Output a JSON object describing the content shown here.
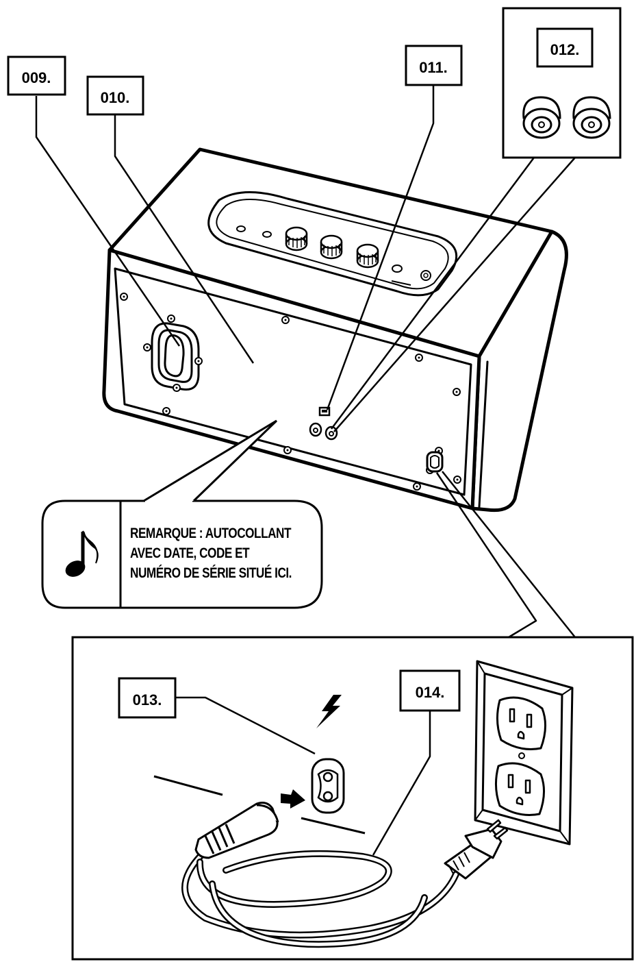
{
  "callouts": {
    "c009": "009.",
    "c010": "010.",
    "c011": "011.",
    "c012": "012.",
    "c013": "013.",
    "c014": "014."
  },
  "note": {
    "icon": "music-note-icon",
    "lines": [
      "REMARQUE : AUTOCOLLANT",
      "AVEC DATE, CODE ET",
      "NUMÉRO DE SÉRIE SITUÉ ICI."
    ]
  },
  "icons": {
    "power": "lightning-bolt-icon"
  },
  "colors": {
    "ink": "#000000",
    "paper": "#ffffff"
  }
}
